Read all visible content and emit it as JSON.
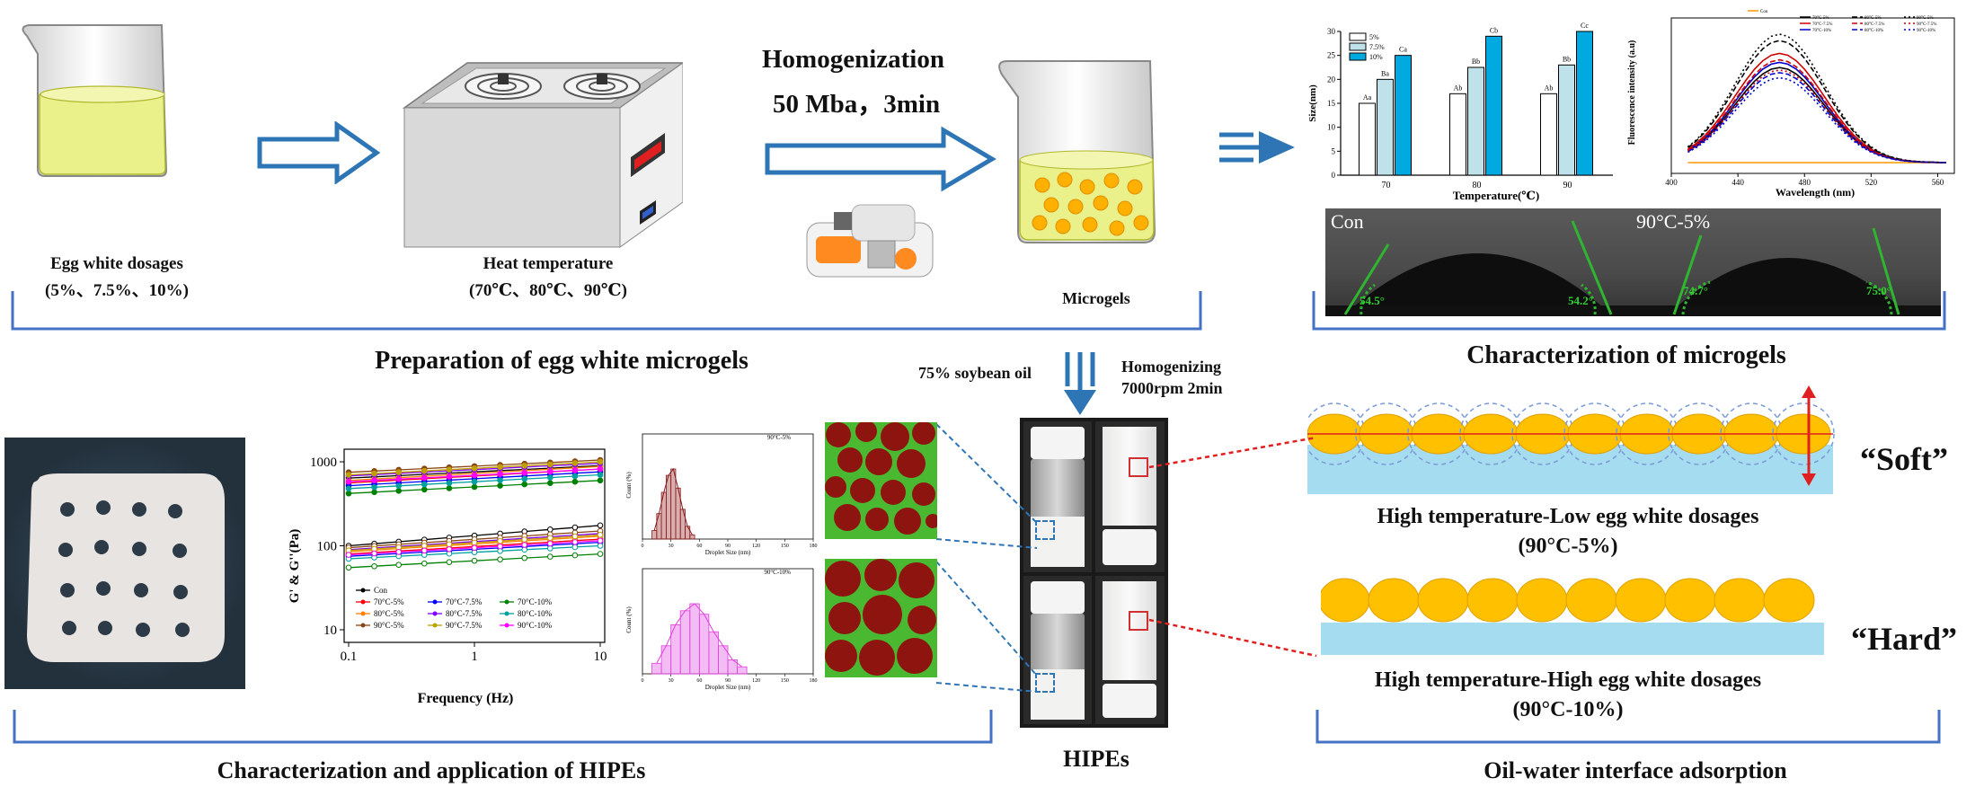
{
  "prep": {
    "egg_label_1": "Egg white dosages",
    "egg_label_2": "(5%、7.5%、10%)",
    "heat_label_1": "Heat temperature",
    "heat_label_2": "(70℃、80℃、90℃)",
    "homog_1": "Homogenization",
    "homog_2": "50 Mba，3min",
    "microgels_label": "Microgels",
    "section_title": "Preparation of egg white microgels"
  },
  "char_microgels": {
    "section_title": "Characterization of microgels",
    "contact_angles": {
      "left_label": "Con",
      "left_a": "54.5°",
      "left_b": "54.2°",
      "right_label": "90°C-5%",
      "right_a": "74.7°",
      "right_b": "75.0°"
    }
  },
  "hipes": {
    "oil_label": "75% soybean oil",
    "homog_1": "Homogenizing",
    "homog_2": "7000rpm 2min",
    "label": "HIPEs",
    "section_title": "Characterization and application of HIPEs"
  },
  "interface": {
    "section_title": "Oil-water interface adsorption",
    "soft_label": "“Soft”",
    "hard_label": "“Hard”",
    "soft_desc_1": "High temperature-Low egg white dosages",
    "soft_desc_2": "(90°C-5%)",
    "hard_desc_1": "High temperature-High egg white dosages",
    "hard_desc_2": "(90°C-10%)"
  },
  "colors": {
    "arrow_blue": "#2e75b6",
    "bracket_blue": "#4472c4",
    "droplet_orange": "#ffc000",
    "water_blue": "#a6dcef",
    "liquid_yellow": "#eaf08a"
  },
  "chart_data": [
    {
      "type": "bar",
      "xlabel": "Temperature(℃)",
      "ylabel": "Size(nm)",
      "ylim": [
        0,
        30
      ],
      "yticks": [
        "0",
        "5",
        "10",
        "15",
        "20",
        "25",
        "30"
      ],
      "categories": [
        "70",
        "80",
        "90"
      ],
      "legend": [
        "5%",
        "7.5%",
        "10%"
      ],
      "series": [
        {
          "name": "5%",
          "values": [
            15,
            17,
            17
          ],
          "labels": [
            "Aa",
            "Ab",
            "Ab"
          ],
          "color": "#ffffff"
        },
        {
          "name": "7.5%",
          "values": [
            20,
            22.5,
            23
          ],
          "labels": [
            "Ba",
            "Bb",
            "Bb"
          ],
          "color": "#bfe1ea"
        },
        {
          "name": "10%",
          "values": [
            25,
            29,
            30
          ],
          "labels": [
            "Ca",
            "Cb",
            "Cc"
          ],
          "color": "#00a9e0"
        }
      ]
    },
    {
      "type": "line",
      "xlabel": "Wavelength (nm)",
      "ylabel": "Fluorescence intensity (a.u)",
      "xticks": [
        "400",
        "440",
        "480",
        "520",
        "560"
      ],
      "xlim": [
        400,
        570
      ],
      "legend": [
        "Con",
        "70°C-5%",
        "70°C-7.5%",
        "70°C-10%",
        "80°C-5%",
        "80°C-7.5%",
        "80°C-10%",
        "90°C-5%",
        "90°C-7.5%",
        "90°C-10%"
      ],
      "peaks": [
        0,
        0.74,
        0.85,
        0.78,
        0.95,
        0.8,
        0.7,
        1.0,
        0.72,
        0.66
      ],
      "peak_wavelength": 465,
      "colors": [
        "#ff9900",
        "#000000",
        "#cc0000",
        "#0000cc",
        "#000000",
        "#cc0000",
        "#0000cc",
        "#000000",
        "#cc0000",
        "#0000cc"
      ]
    },
    {
      "type": "line",
      "xlabel": "Frequency (Hz)",
      "ylabel": "G' & G''(Pa)",
      "x_scale": "log",
      "y_scale": "log",
      "xticks": [
        "0.1",
        "1",
        "10"
      ],
      "yticks": [
        "10",
        "100",
        "1000"
      ],
      "legend": [
        "Con",
        "70°C-5%",
        "70°C-7.5%",
        "70°C-10%",
        "80°C-5%",
        "80°C-7.5%",
        "80°C-10%",
        "90°C-5%",
        "90°C-7.5%",
        "90°C-10%"
      ],
      "colors": [
        "#000000",
        "#ff0000",
        "#0000ff",
        "#008000",
        "#ff8000",
        "#8000ff",
        "#00a0a0",
        "#8b4513",
        "#c0a000",
        "#ff00ff"
      ],
      "gprime_start": [
        640,
        560,
        520,
        420,
        600,
        680,
        480,
        750,
        700,
        580
      ],
      "gprime_end": [
        900,
        820,
        760,
        600,
        880,
        960,
        700,
        1050,
        1000,
        820
      ],
      "gdouble_start": [
        100,
        80,
        75,
        55,
        85,
        90,
        70,
        95,
        88,
        78
      ],
      "gdouble_end": [
        175,
        120,
        110,
        80,
        130,
        140,
        100,
        150,
        135,
        115
      ]
    },
    {
      "type": "bar",
      "title": "90°C-5%",
      "xlabel": "Droplet Size (nm)",
      "ylabel": "Count (%)",
      "xticks": [
        "0",
        "30",
        "60",
        "90",
        "120",
        "150",
        "180"
      ],
      "bins": [
        10,
        15,
        20,
        25,
        30,
        35,
        40,
        45,
        50
      ],
      "values": [
        4,
        12,
        22,
        30,
        33,
        24,
        14,
        6,
        2
      ]
    },
    {
      "type": "bar",
      "title": "90°C-10%",
      "xlabel": "Droplet Size (nm)",
      "ylabel": "Count (%)",
      "xticks": [
        "0",
        "30",
        "60",
        "90",
        "120",
        "150",
        "180"
      ],
      "bins": [
        10,
        20,
        30,
        40,
        50,
        60,
        70,
        80,
        90,
        100
      ],
      "values": [
        3,
        8,
        14,
        18,
        20,
        17,
        12,
        8,
        4,
        2
      ]
    }
  ]
}
